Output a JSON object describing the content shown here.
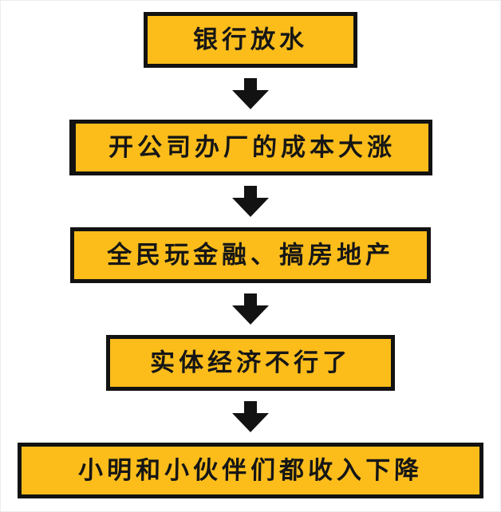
{
  "diagram": {
    "type": "flowchart",
    "direction": "top-down",
    "steps": [
      {
        "label": "银行放水"
      },
      {
        "label": "开公司办厂的成本大涨"
      },
      {
        "label": "全民玩金融、搞房地产"
      },
      {
        "label": "实体经济不行了"
      },
      {
        "label": "小明和小伙伴们都收入下降"
      }
    ],
    "connectors": [
      {
        "from": 0,
        "to": 1,
        "shape": "down-arrow"
      },
      {
        "from": 1,
        "to": 2,
        "shape": "down-arrow"
      },
      {
        "from": 2,
        "to": 3,
        "shape": "down-arrow"
      },
      {
        "from": 3,
        "to": 4,
        "shape": "down-arrow"
      }
    ],
    "colors": {
      "box_fill": "#FCBD1B",
      "box_border": "#121212",
      "arrow": "#121212",
      "text": "#161616",
      "background": "#FFFFFF"
    }
  }
}
